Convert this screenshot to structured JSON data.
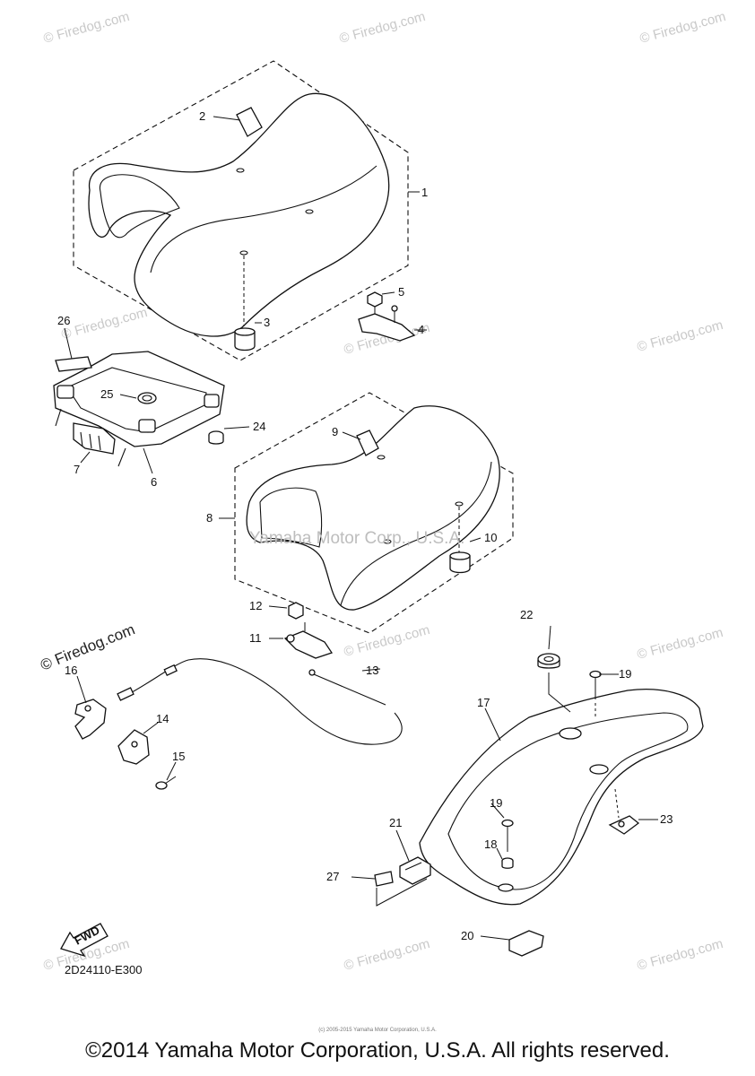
{
  "callouts": {
    "c1": "1",
    "c2": "2",
    "c3": "3",
    "c4": "4",
    "c5": "5",
    "c6": "6",
    "c7": "7",
    "c8": "8",
    "c9": "9",
    "c10": "10",
    "c11": "11",
    "c12": "12",
    "c13": "13",
    "c14": "14",
    "c15": "15",
    "c16": "16",
    "c17": "17",
    "c18": "18",
    "c19a": "19",
    "c19b": "19",
    "c20": "20",
    "c21": "21",
    "c22": "22",
    "c23": "23",
    "c24": "24",
    "c25": "25",
    "c26": "26",
    "c27": "27"
  },
  "watermark": {
    "text": "© Firedog.com",
    "center_text": "Yamaha Motor Corp., U.S.A."
  },
  "diagram_code": "2D24110-E300",
  "fwd_label": "FWD",
  "tiny_note": "(c) 2005-2015 Yamaha Motor Corporation, U.S.A.",
  "copyright": "©2014 Yamaha Motor Corporation, U.S.A. All rights reserved."
}
